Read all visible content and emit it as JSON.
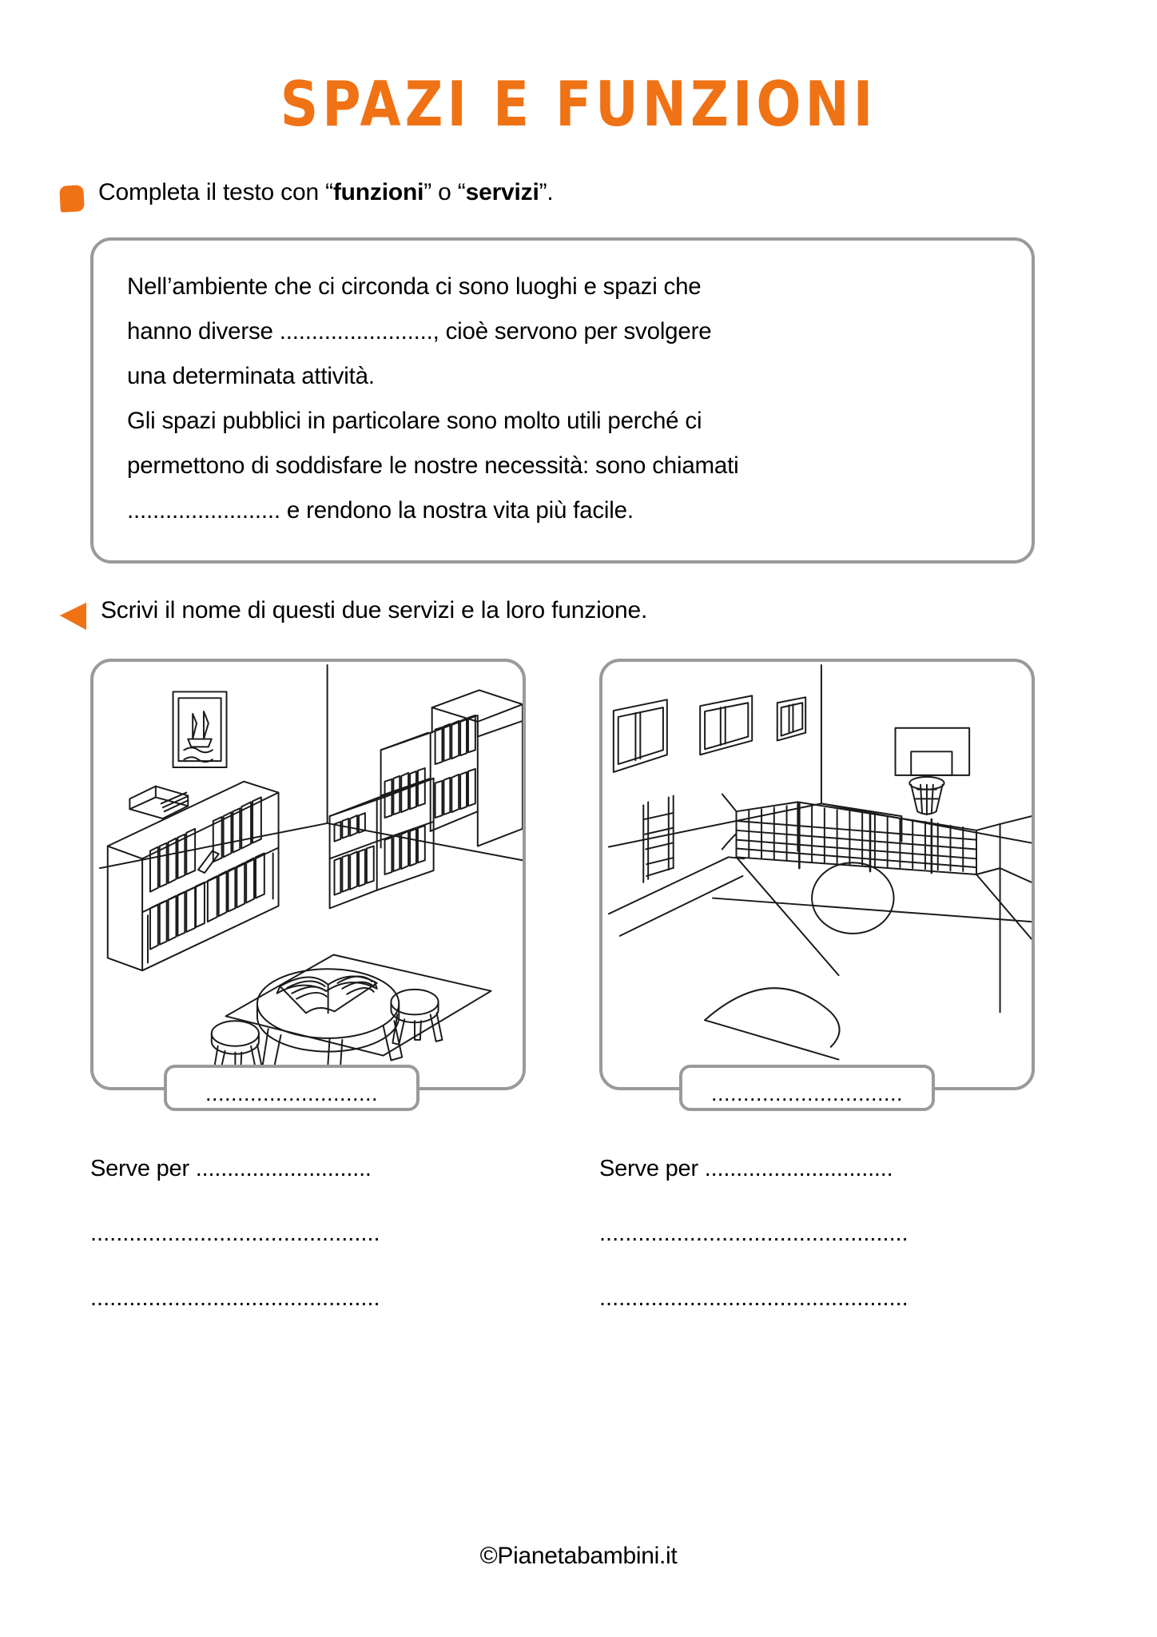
{
  "title": "SPAZI E FUNZIONI",
  "accent_color": "#ef7215",
  "border_color": "#9a9a9a",
  "exercise1": {
    "marker": "square-bullet-icon",
    "instruction_pre": "Completa il testo con “",
    "instruction_bold1": "funzioni",
    "instruction_mid": "” o “",
    "instruction_bold2": "servizi",
    "instruction_post": "”.",
    "paragraph_line1": "Nell’ambiente che ci circonda ci sono luoghi e spazi che",
    "paragraph_line2": "hanno diverse ........................, cioè servono per svolgere",
    "paragraph_line3": "una determinata attività.",
    "paragraph_line4": "Gli spazi pubblici in particolare sono molto utili perché ci",
    "paragraph_line5": "permettono di soddisfare le nostre necessità: sono chiamati",
    "paragraph_line6": "........................ e rendono la nostra vita più facile."
  },
  "exercise2": {
    "marker": "triangle-bullet-icon",
    "instruction": "Scrivi il nome di questi due servizi e la loro funzione.",
    "items": [
      {
        "scene": "library-illustration",
        "answer_placeholder": "...........................",
        "function_label": "Serve per ............................",
        "extra_line1": ".............................................",
        "extra_line2": "............................................."
      },
      {
        "scene": "gymnasium-illustration",
        "answer_placeholder": "..............................",
        "function_label": "Serve per ..............................",
        "extra_line1": "................................................",
        "extra_line2": "................................................"
      }
    ]
  },
  "footer": "©Pianetabambini.it"
}
